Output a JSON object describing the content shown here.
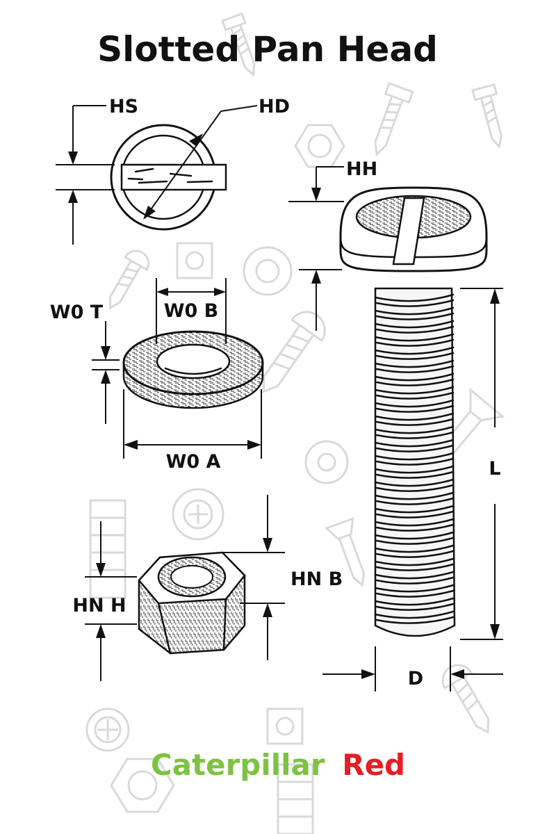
{
  "title": "Slotted Pan Head",
  "labels": {
    "hs": "HS",
    "hd": "HD",
    "hh": "HH",
    "wot": "W0 T",
    "wob": "W0 B",
    "woa": "W0 A",
    "l": "L",
    "hnb": "HN B",
    "hnh": "HN H",
    "d": "D"
  },
  "brand": {
    "word1": "Caterpillar",
    "word2": "Red",
    "color1": "#7dc242",
    "color2": "#e31e24"
  },
  "icons": [
    "screw-icon",
    "nut-icon",
    "washer-icon"
  ]
}
